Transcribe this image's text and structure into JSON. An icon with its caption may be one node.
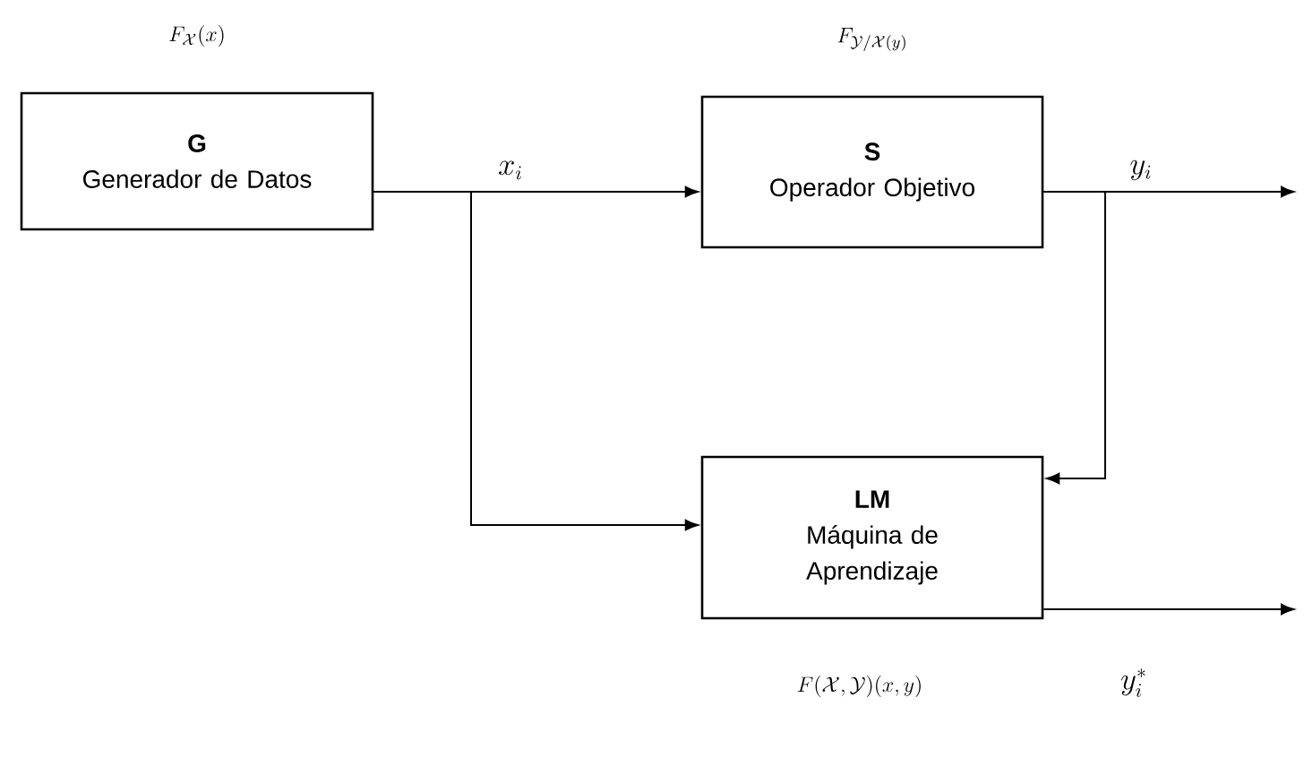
{
  "diagram": {
    "nodes": [
      {
        "text": [
          "G",
          "Generador de Datos"
        ],
        "beside": [
          "F_{\\mathcal{X}}(x)"
        ]
      },
      {
        "text": [
          "S",
          "Operador Objetivo"
        ],
        "beside": [
          "F_{\\mathcal{Y}/\\mathcal{X}(y)}"
        ]
      },
      {
        "text": [
          "LM",
          "Máquina de Aprendizaje"
        ],
        "beside": [
          "F(\\mathcal{X},\\mathcal{Y})(x,y)"
        ]
      }
    ],
    "edges": [
      {
        "from": 0,
        "to": 1,
        "arrow": "to",
        "label": "x_i"
      },
      {
        "from": 0,
        "to": 2,
        "arrow": "to"
      },
      {
        "from": 1,
        "to": null,
        "arrow": "to",
        "label": "y_i"
      },
      {
        "from": 1,
        "to": 2,
        "arrow": "to"
      },
      {
        "from": 2,
        "to": null,
        "arrow": "to",
        "label": "y_i^*"
      }
    ]
  }
}
